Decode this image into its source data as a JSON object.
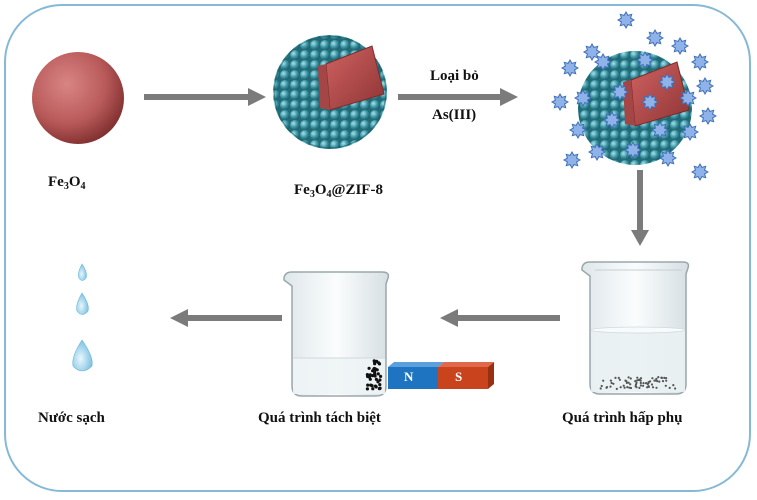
{
  "labels": {
    "fe3o4": {
      "pre": "Fe",
      "s1": "3",
      "mid": "O",
      "s2": "4",
      "post": ""
    },
    "fe3o4_zif8": {
      "pre": "Fe",
      "s1": "3",
      "mid": "O",
      "s2": "4",
      "post": "@ZIF-8"
    },
    "arrow_top": "Loại bỏ",
    "arrow_bottom": "As(III)",
    "clean_water": "Nước sạch",
    "separation": "Quá trình tách biệt",
    "adsorption": "Quá trình hấp phụ",
    "magnet_n": "N",
    "magnet_s": "S"
  },
  "colors": {
    "frame": "#86b9d6",
    "fe3o4_core": "#b95a5a",
    "zif8_shell": "#3a93a2",
    "arsenic": "#8fb2e8",
    "arrow": "#7b7b7b",
    "magnet_n": "#1e74c0",
    "magnet_s": "#c9431d",
    "water_drop": "#89c9e6"
  }
}
